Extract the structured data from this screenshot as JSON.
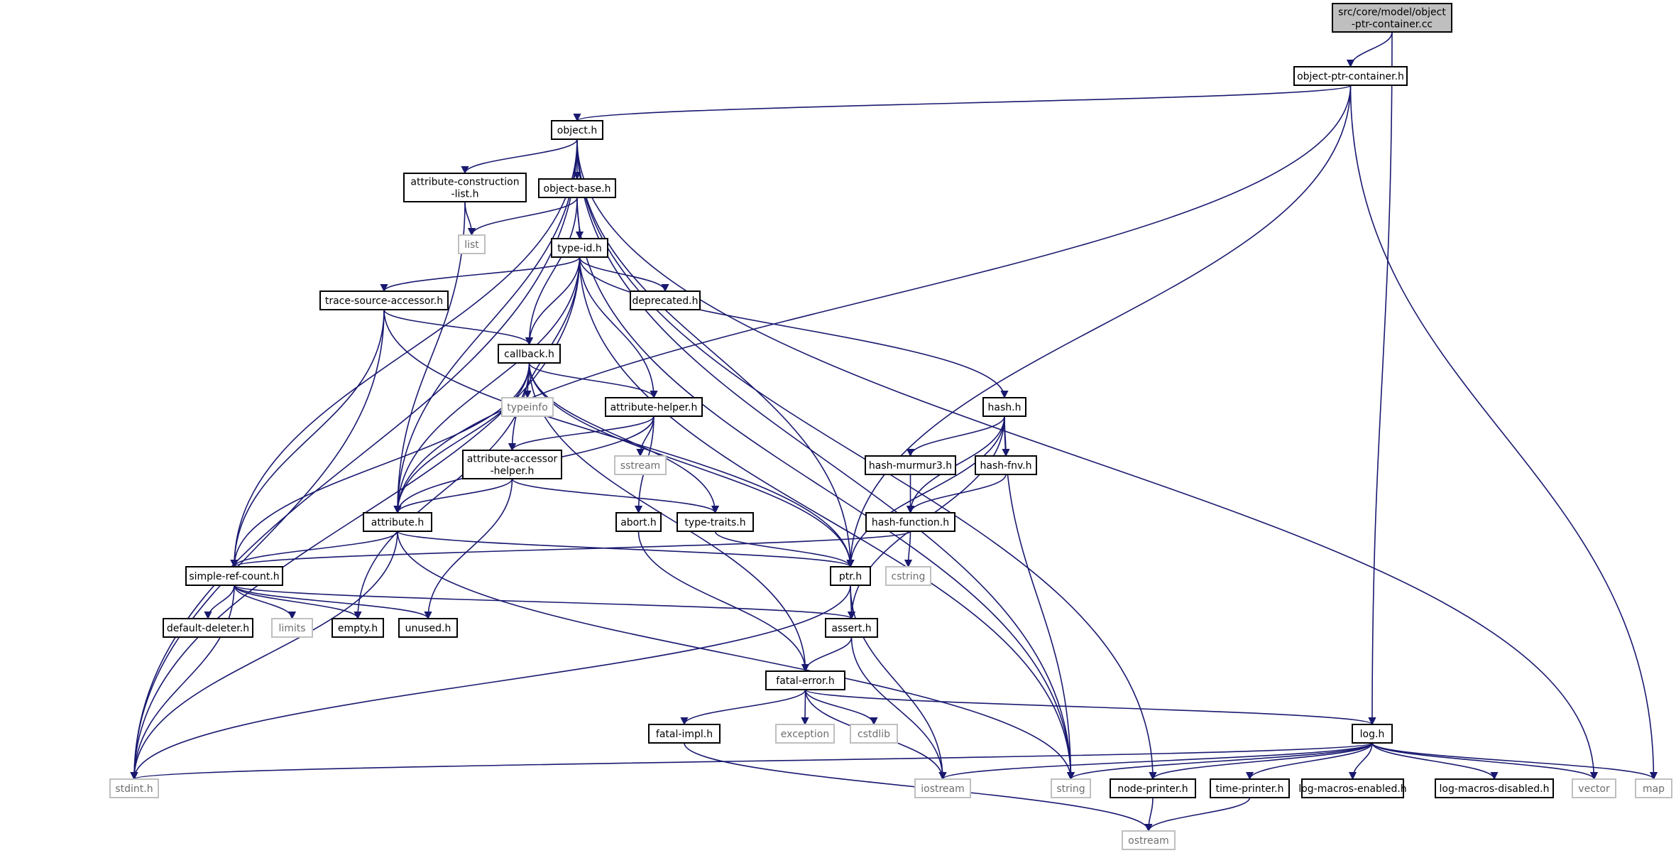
{
  "colors": {
    "edge": "#191970",
    "node_border": "#000000",
    "node_fill": "#ffffff",
    "root_fill": "#bfbfbf",
    "external_border": "#bfbfbf",
    "external_text": "#6e6e6e"
  },
  "nodes": [
    {
      "id": "root",
      "lines": [
        "src/core/model/object",
        "-ptr-container.cc"
      ],
      "kind": "root"
    },
    {
      "id": "opc",
      "lines": [
        "object-ptr-container.h"
      ],
      "kind": "header"
    },
    {
      "id": "object",
      "lines": [
        "object.h"
      ],
      "kind": "header"
    },
    {
      "id": "acl",
      "lines": [
        "attribute-construction",
        "-list.h"
      ],
      "kind": "header"
    },
    {
      "id": "objbase",
      "lines": [
        "object-base.h"
      ],
      "kind": "header"
    },
    {
      "id": "list",
      "lines": [
        "list"
      ],
      "kind": "external"
    },
    {
      "id": "typeid",
      "lines": [
        "type-id.h"
      ],
      "kind": "header"
    },
    {
      "id": "tsa",
      "lines": [
        "trace-source-accessor.h"
      ],
      "kind": "header"
    },
    {
      "id": "deprecated",
      "lines": [
        "deprecated.h"
      ],
      "kind": "header"
    },
    {
      "id": "callback",
      "lines": [
        "callback.h"
      ],
      "kind": "header"
    },
    {
      "id": "typeinfo",
      "lines": [
        "typeinfo"
      ],
      "kind": "external"
    },
    {
      "id": "attrhelper",
      "lines": [
        "attribute-helper.h"
      ],
      "kind": "header"
    },
    {
      "id": "hash",
      "lines": [
        "hash.h"
      ],
      "kind": "header"
    },
    {
      "id": "aah",
      "lines": [
        "attribute-accessor",
        "-helper.h"
      ],
      "kind": "header"
    },
    {
      "id": "sstream",
      "lines": [
        "sstream"
      ],
      "kind": "external"
    },
    {
      "id": "murmur",
      "lines": [
        "hash-murmur3.h"
      ],
      "kind": "header"
    },
    {
      "id": "fnv",
      "lines": [
        "hash-fnv.h"
      ],
      "kind": "header"
    },
    {
      "id": "attribute",
      "lines": [
        "attribute.h"
      ],
      "kind": "header"
    },
    {
      "id": "abort",
      "lines": [
        "abort.h"
      ],
      "kind": "header"
    },
    {
      "id": "typetraits",
      "lines": [
        "type-traits.h"
      ],
      "kind": "header"
    },
    {
      "id": "hashfunc",
      "lines": [
        "hash-function.h"
      ],
      "kind": "header"
    },
    {
      "id": "src",
      "lines": [
        "simple-ref-count.h"
      ],
      "kind": "header"
    },
    {
      "id": "ptr",
      "lines": [
        "ptr.h"
      ],
      "kind": "header"
    },
    {
      "id": "cstring",
      "lines": [
        "cstring"
      ],
      "kind": "external"
    },
    {
      "id": "defdel",
      "lines": [
        "default-deleter.h"
      ],
      "kind": "header"
    },
    {
      "id": "limits",
      "lines": [
        "limits"
      ],
      "kind": "external"
    },
    {
      "id": "empty",
      "lines": [
        "empty.h"
      ],
      "kind": "header"
    },
    {
      "id": "unused",
      "lines": [
        "unused.h"
      ],
      "kind": "header"
    },
    {
      "id": "assert",
      "lines": [
        "assert.h"
      ],
      "kind": "header"
    },
    {
      "id": "fatalerr",
      "lines": [
        "fatal-error.h"
      ],
      "kind": "header"
    },
    {
      "id": "fatalimpl",
      "lines": [
        "fatal-impl.h"
      ],
      "kind": "header"
    },
    {
      "id": "exception",
      "lines": [
        "exception"
      ],
      "kind": "external"
    },
    {
      "id": "cstdlib",
      "lines": [
        "cstdlib"
      ],
      "kind": "external"
    },
    {
      "id": "log",
      "lines": [
        "log.h"
      ],
      "kind": "header"
    },
    {
      "id": "stdint",
      "lines": [
        "stdint.h"
      ],
      "kind": "external"
    },
    {
      "id": "iostream",
      "lines": [
        "iostream"
      ],
      "kind": "external"
    },
    {
      "id": "string",
      "lines": [
        "string"
      ],
      "kind": "external"
    },
    {
      "id": "nodeprinter",
      "lines": [
        "node-printer.h"
      ],
      "kind": "header"
    },
    {
      "id": "timeprinter",
      "lines": [
        "time-printer.h"
      ],
      "kind": "header"
    },
    {
      "id": "lme",
      "lines": [
        "log-macros-enabled.h"
      ],
      "kind": "header"
    },
    {
      "id": "lmd",
      "lines": [
        "log-macros-disabled.h"
      ],
      "kind": "header"
    },
    {
      "id": "vector",
      "lines": [
        "vector"
      ],
      "kind": "external"
    },
    {
      "id": "map",
      "lines": [
        "map"
      ],
      "kind": "external"
    },
    {
      "id": "ostream",
      "lines": [
        "ostream"
      ],
      "kind": "external"
    }
  ],
  "edges": [
    [
      "root",
      "opc"
    ],
    [
      "root",
      "log"
    ],
    [
      "opc",
      "object"
    ],
    [
      "opc",
      "attribute"
    ],
    [
      "opc",
      "ptr"
    ],
    [
      "opc",
      "map"
    ],
    [
      "object",
      "acl"
    ],
    [
      "object",
      "objbase"
    ],
    [
      "object",
      "attribute"
    ],
    [
      "object",
      "src"
    ],
    [
      "object",
      "ptr"
    ],
    [
      "object",
      "stdint"
    ],
    [
      "object",
      "string"
    ],
    [
      "object",
      "vector"
    ],
    [
      "object",
      "nodeprinter"
    ],
    [
      "acl",
      "list"
    ],
    [
      "acl",
      "attribute"
    ],
    [
      "objbase",
      "list"
    ],
    [
      "objbase",
      "typeid"
    ],
    [
      "objbase",
      "callback"
    ],
    [
      "objbase",
      "string"
    ],
    [
      "typeid",
      "tsa"
    ],
    [
      "typeid",
      "deprecated"
    ],
    [
      "typeid",
      "callback"
    ],
    [
      "typeid",
      "attrhelper"
    ],
    [
      "typeid",
      "hash"
    ],
    [
      "typeid",
      "aah"
    ],
    [
      "typeid",
      "attribute"
    ],
    [
      "typeid",
      "stdint"
    ],
    [
      "typeid",
      "string"
    ],
    [
      "tsa",
      "callback"
    ],
    [
      "tsa",
      "src"
    ],
    [
      "tsa",
      "ptr"
    ],
    [
      "tsa",
      "stdint"
    ],
    [
      "callback",
      "typeinfo"
    ],
    [
      "callback",
      "attrhelper"
    ],
    [
      "callback",
      "attribute"
    ],
    [
      "callback",
      "src"
    ],
    [
      "callback",
      "ptr"
    ],
    [
      "callback",
      "typetraits"
    ],
    [
      "callback",
      "empty"
    ],
    [
      "callback",
      "fatalerr"
    ],
    [
      "attrhelper",
      "aah"
    ],
    [
      "attrhelper",
      "attribute"
    ],
    [
      "attrhelper",
      "sstream"
    ],
    [
      "attrhelper",
      "abort"
    ],
    [
      "hash",
      "murmur"
    ],
    [
      "hash",
      "fnv"
    ],
    [
      "hash",
      "hashfunc"
    ],
    [
      "hash",
      "ptr"
    ],
    [
      "hash",
      "assert"
    ],
    [
      "hash",
      "string"
    ],
    [
      "aah",
      "attribute"
    ],
    [
      "aah",
      "typetraits"
    ],
    [
      "aah",
      "unused"
    ],
    [
      "murmur",
      "hashfunc"
    ],
    [
      "fnv",
      "hashfunc"
    ],
    [
      "hashfunc",
      "src"
    ],
    [
      "hashfunc",
      "cstring"
    ],
    [
      "attribute",
      "src"
    ],
    [
      "attribute",
      "ptr"
    ],
    [
      "attribute",
      "string"
    ],
    [
      "attribute",
      "stdint"
    ],
    [
      "abort",
      "fatalerr"
    ],
    [
      "typetraits",
      "ptr"
    ],
    [
      "src",
      "defdel"
    ],
    [
      "src",
      "limits"
    ],
    [
      "src",
      "empty"
    ],
    [
      "src",
      "unused"
    ],
    [
      "src",
      "assert"
    ],
    [
      "src",
      "stdint"
    ],
    [
      "ptr",
      "assert"
    ],
    [
      "ptr",
      "iostream"
    ],
    [
      "ptr",
      "stdint"
    ],
    [
      "assert",
      "fatalerr"
    ],
    [
      "assert",
      "iostream"
    ],
    [
      "fatalerr",
      "fatalimpl"
    ],
    [
      "fatalerr",
      "exception"
    ],
    [
      "fatalerr",
      "cstdlib"
    ],
    [
      "fatalerr",
      "log"
    ],
    [
      "fatalerr",
      "iostream"
    ],
    [
      "fatalimpl",
      "ostream"
    ],
    [
      "log",
      "stdint"
    ],
    [
      "log",
      "iostream"
    ],
    [
      "log",
      "string"
    ],
    [
      "log",
      "nodeprinter"
    ],
    [
      "log",
      "timeprinter"
    ],
    [
      "log",
      "lme"
    ],
    [
      "log",
      "lmd"
    ],
    [
      "log",
      "vector"
    ],
    [
      "log",
      "map"
    ],
    [
      "nodeprinter",
      "ostream"
    ],
    [
      "timeprinter",
      "ostream"
    ]
  ]
}
